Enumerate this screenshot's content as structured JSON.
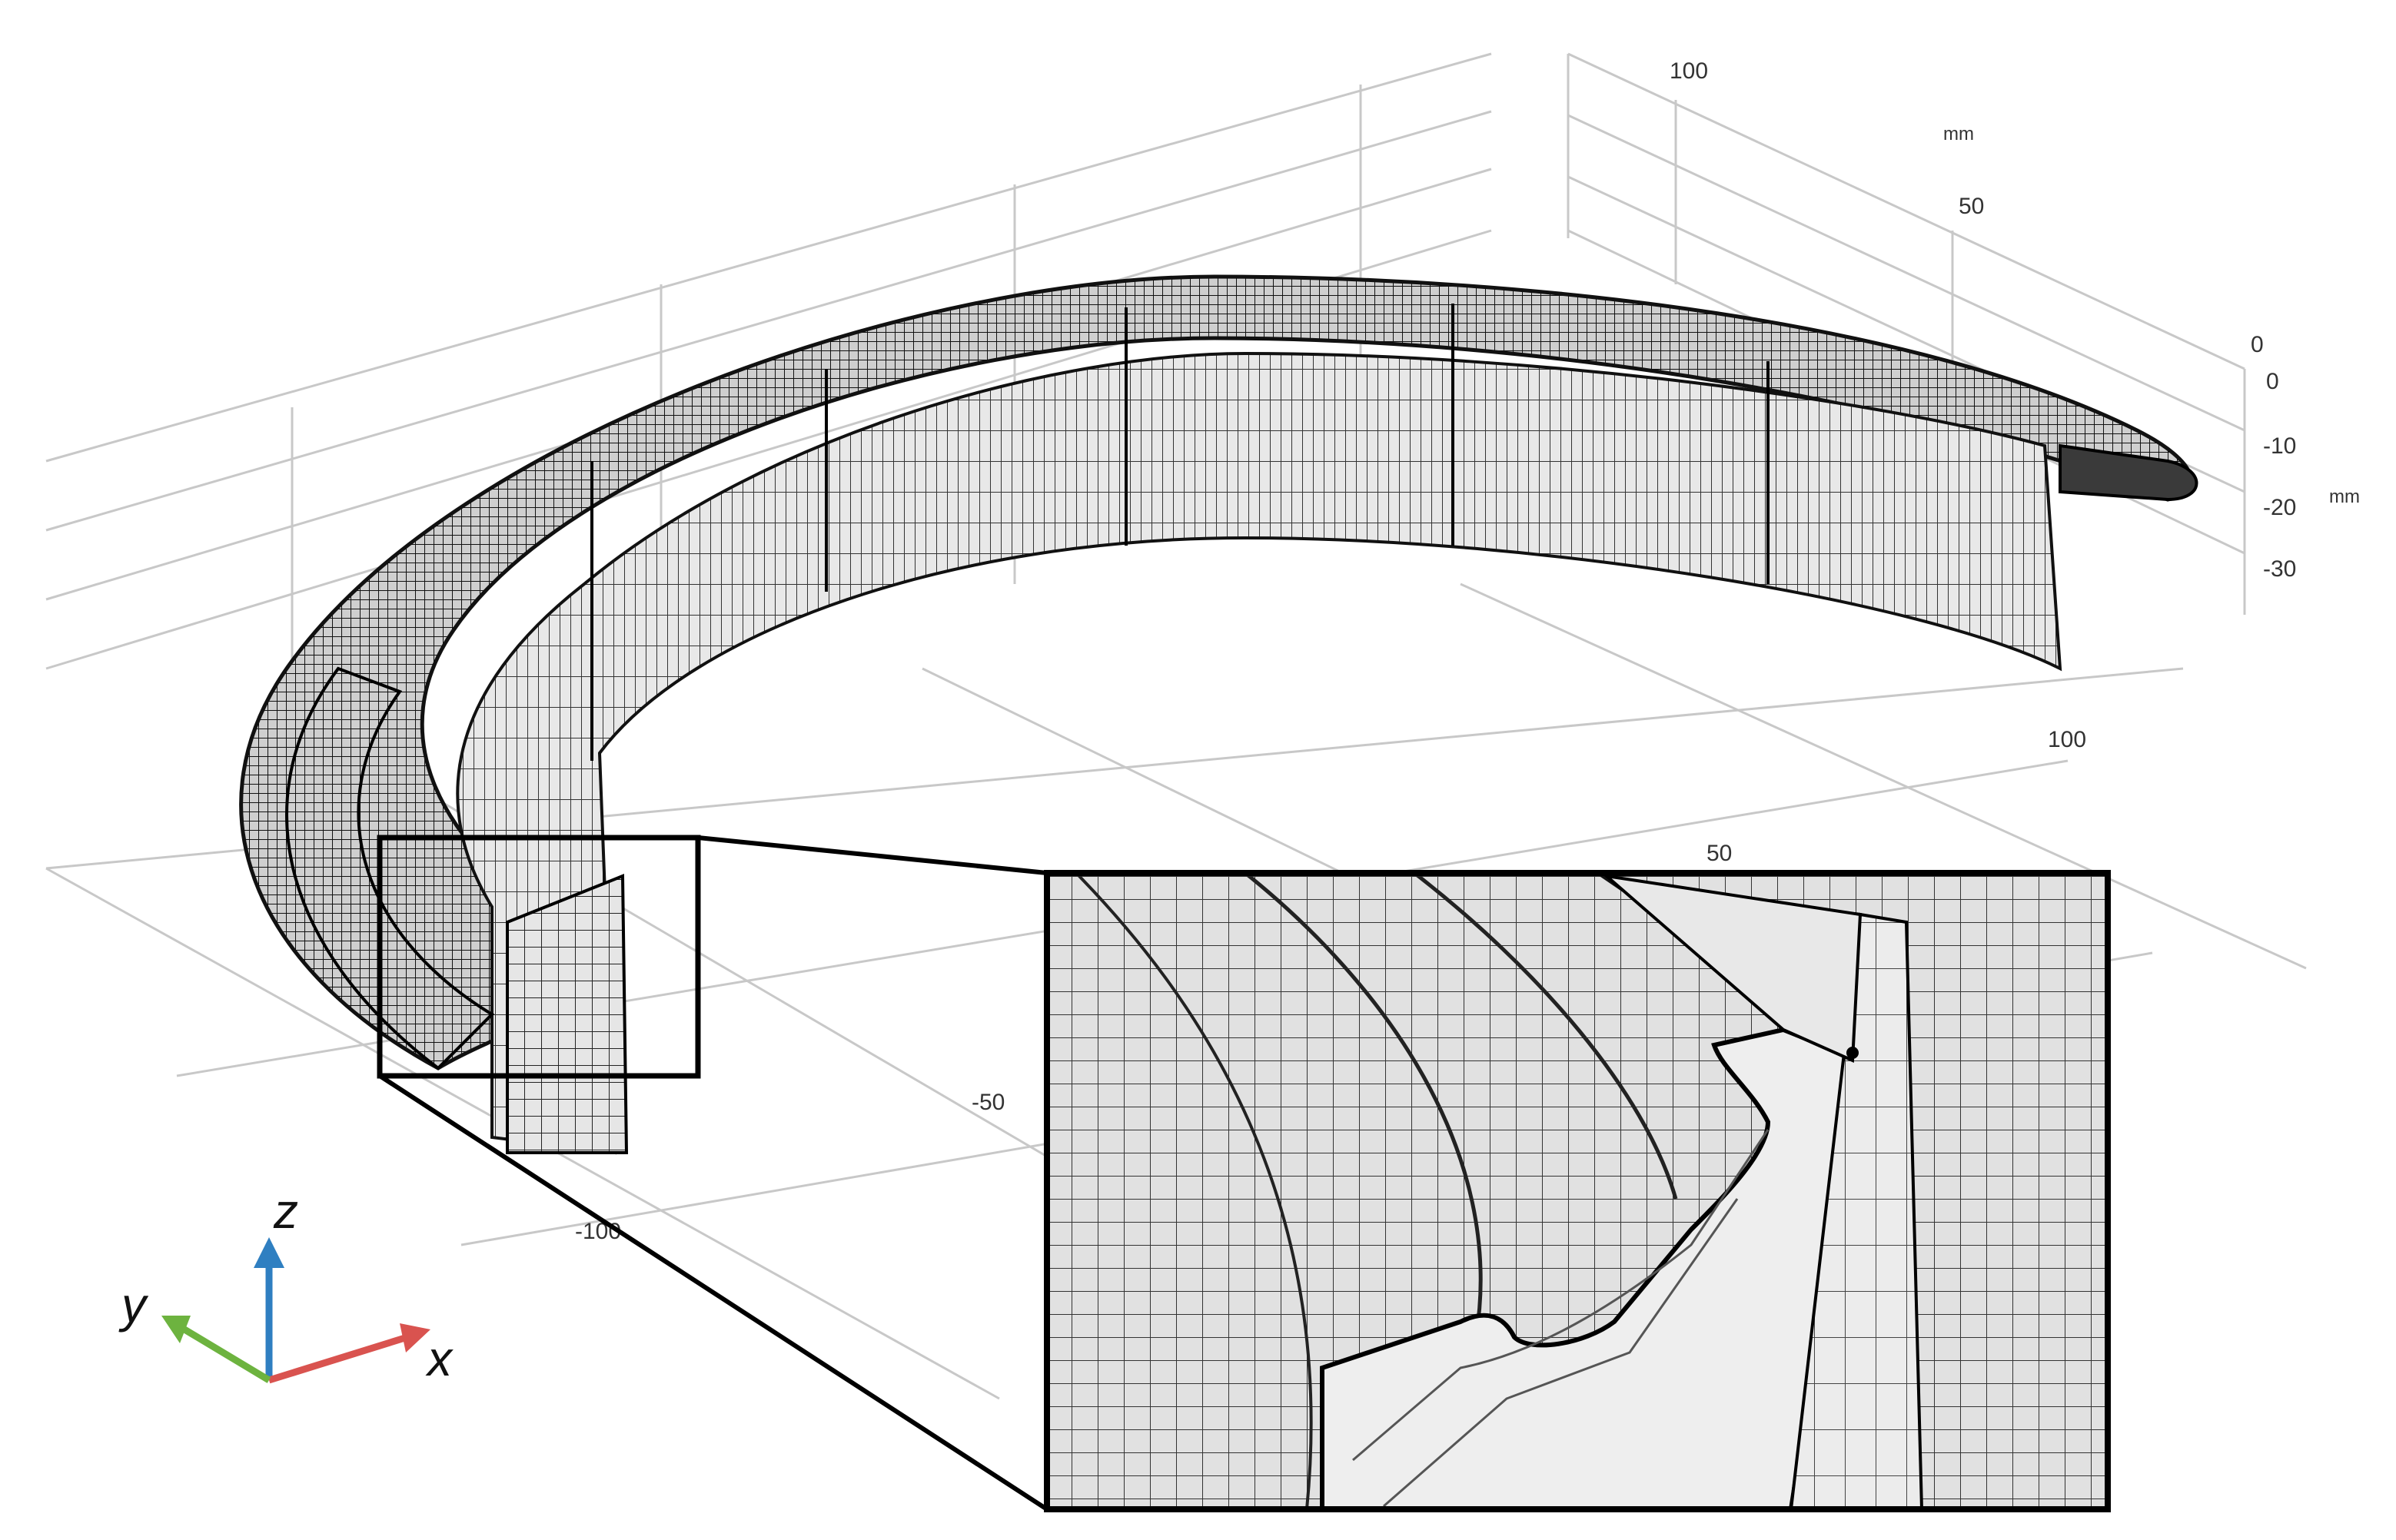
{
  "axes_box": {
    "top_ticks": [
      "100",
      "50",
      "0"
    ],
    "top_unit": "mm",
    "side_ticks": [
      "0",
      "-10",
      "-20",
      "-30"
    ],
    "side_unit": "mm",
    "floor_ticks": [
      "100",
      "50",
      "-50",
      "-100"
    ]
  },
  "triad": {
    "z_label": "z",
    "y_label": "y",
    "x_label": "x",
    "colors": {
      "z": "#2f7fc1",
      "y": "#6db33f",
      "x": "#d9534f"
    }
  },
  "colors": {
    "mesh_line": "#1a1a1a",
    "mesh_fill": "#e3e3e3",
    "grid_line": "#c8c8c8",
    "frame": "#000000"
  },
  "icons": {
    "mesh_ring": "ring-mesh-icon",
    "detail_view": "magnified-mesh-icon"
  }
}
